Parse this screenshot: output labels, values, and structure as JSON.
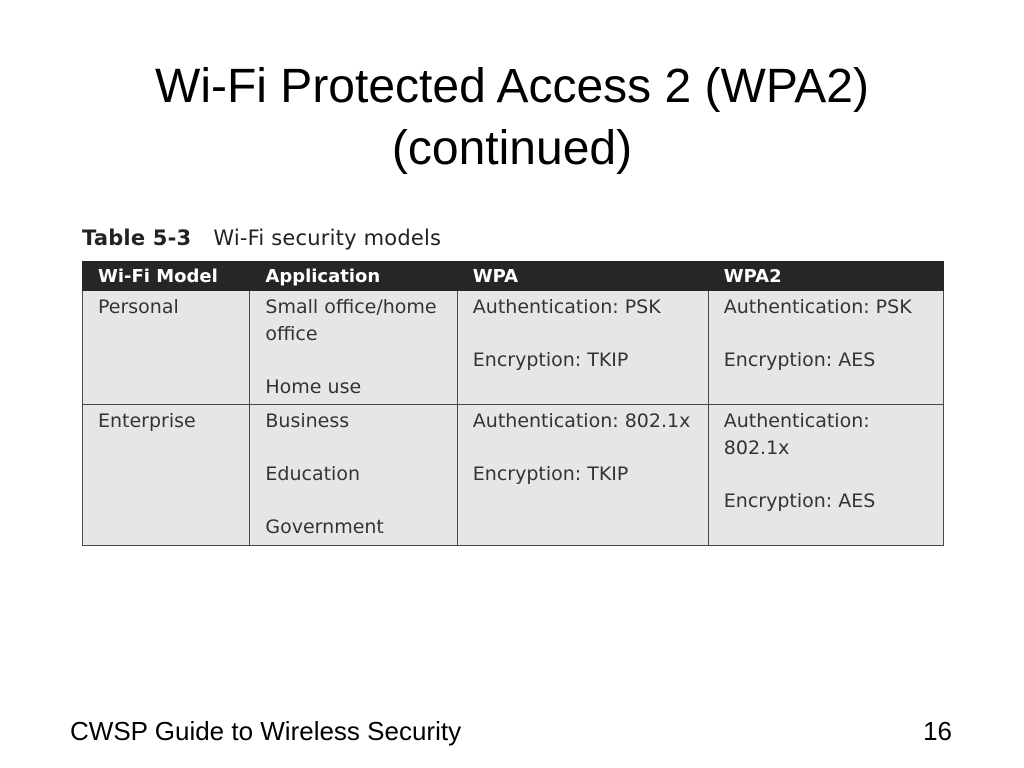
{
  "slide": {
    "title_line1": "Wi-Fi Protected Access 2 (WPA2)",
    "title_line2": "(continued)",
    "footer_text": "CWSP Guide to Wireless Security",
    "page_number": "16"
  },
  "table": {
    "caption_number": "Table 5-3",
    "caption_text": "Wi-Fi security models",
    "headers": [
      "Wi-Fi Model",
      "Application",
      "WPA",
      "WPA2"
    ],
    "rows": [
      {
        "model": "Personal",
        "application": [
          "Small office/home",
          "office",
          "",
          "Home use"
        ],
        "wpa": [
          "Authentication: PSK",
          "",
          "Encryption: TKIP"
        ],
        "wpa2": [
          "Authentication: PSK",
          "",
          "Encryption: AES"
        ]
      },
      {
        "model": "Enterprise",
        "application": [
          "Business",
          "",
          "Education",
          "",
          "Government"
        ],
        "wpa": [
          "Authentication: 802.1x",
          "",
          "Encryption: TKIP"
        ],
        "wpa2": [
          "Authentication:",
          "802.1x",
          "",
          "Encryption: AES"
        ]
      }
    ]
  }
}
